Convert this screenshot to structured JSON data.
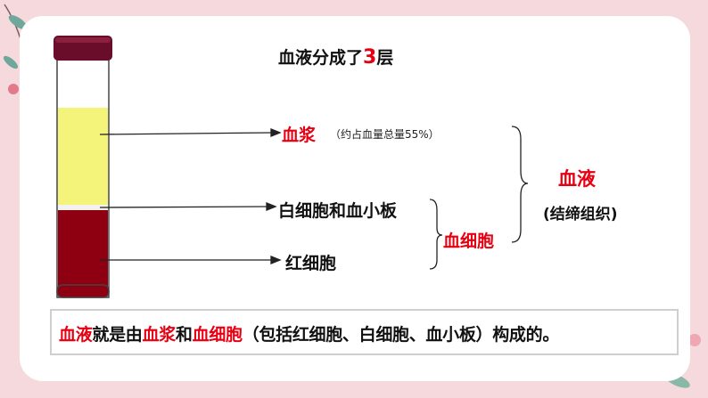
{
  "title": {
    "prefix": "血液分成了",
    "number": "3",
    "suffix": "层"
  },
  "layers": {
    "plasma": "血浆",
    "plasma_note": "（约占血量总量55%）",
    "buffy": "白细胞和血小板",
    "rbc": "红细胞"
  },
  "groups": {
    "cells": "血细胞",
    "blood": "血液",
    "tissue": "(结缔组织)"
  },
  "summary": {
    "p1": "血液",
    "p2": "就是由",
    "p3": "血浆",
    "p4": "和",
    "p5": "血细胞",
    "p6": "（包括红细胞、白细胞、血小板）构成的。"
  },
  "colors": {
    "accent_red": "#e60012",
    "plasma": "#f5f47a",
    "blood_cells": "#8e0011",
    "background": "#f6d9dc",
    "tube_cap": "#6a0d2a"
  },
  "layer_fractions": {
    "plasma": 0.55,
    "buffy": 0.01,
    "rbc": 0.44
  }
}
